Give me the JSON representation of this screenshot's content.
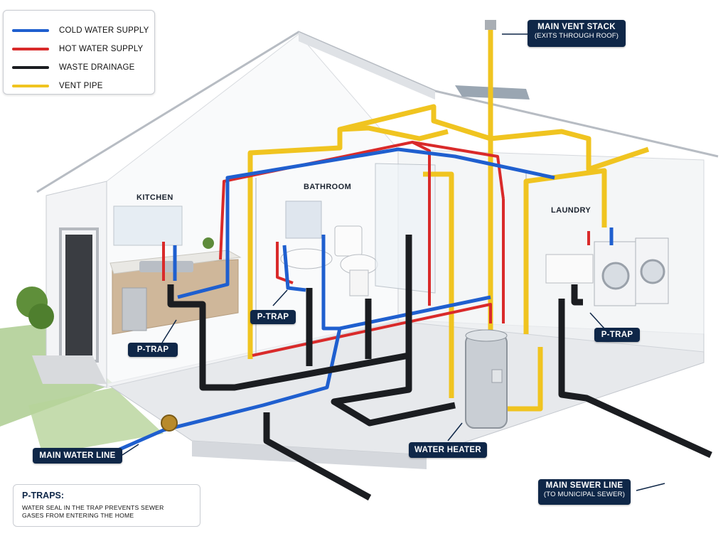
{
  "legend": {
    "items": [
      {
        "label": "COLD WATER SUPPLY",
        "color": "#1f5fcf"
      },
      {
        "label": "HOT WATER SUPPLY",
        "color": "#d92a2a"
      },
      {
        "label": "WASTE DRAINAGE",
        "color": "#1b1d21"
      },
      {
        "label": "VENT PIPE",
        "color": "#f0c420"
      }
    ]
  },
  "rooms": {
    "kitchen": "KITCHEN",
    "bathroom": "BATHROOM",
    "laundry": "LAUNDRY"
  },
  "callouts": {
    "vent_stack_title": "MAIN VENT STACK",
    "vent_stack_sub": "(EXITS THROUGH ROOF)",
    "ptrap_kitchen": "P-TRAP",
    "ptrap_bathroom": "P-TRAP",
    "ptrap_laundry": "P-TRAP",
    "main_water_line": "MAIN WATER LINE",
    "water_heater": "WATER HEATER",
    "sewer_title": "MAIN SEWER LINE",
    "sewer_sub": "(TO MUNICIPAL SEWER)"
  },
  "note": {
    "title": "P-TRAPS:",
    "body": "WATER SEAL IN THE TRAP PREVENTS SEWER GASES FROM ENTERING THE HOME"
  },
  "colors": {
    "cold": "#1f5fcf",
    "hot": "#d92a2a",
    "waste": "#1b1d21",
    "vent": "#f0c420",
    "callout_bg": "#0f2748"
  }
}
